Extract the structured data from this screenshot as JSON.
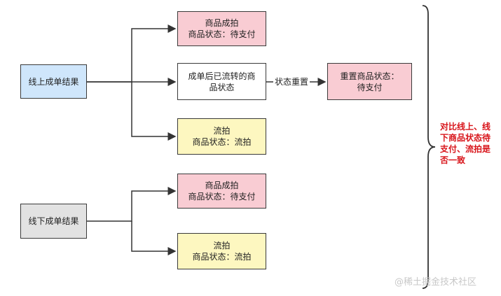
{
  "online_result": "线上成单结果",
  "offline_result": "线下成单结果",
  "online_branches": {
    "top": {
      "line1": "商品成拍",
      "line2": "商品状态：待支付"
    },
    "middle": {
      "line1": "成单后已流转的商",
      "line2": "品状态"
    },
    "bottom": {
      "line1": "流拍",
      "line2": "商品状态：流拍"
    }
  },
  "reset_edge_label": "状态重置",
  "reset_target": {
    "line1": "重置商品状态：",
    "line2": "待支付"
  },
  "offline_branches": {
    "top": {
      "line1": "商品成拍",
      "line2": "商品状态：待支付"
    },
    "bottom": {
      "line1": "流拍",
      "line2": "商品状态：流拍"
    }
  },
  "compare_note": "对比线上、线下商品状态待支付、流拍是否一致",
  "watermark": "@稀土掘金技术社区",
  "colors": {
    "online_fill": "#cfe6fb",
    "offline_fill": "#e2e2e2",
    "sold_fill": "#f9ccd3",
    "unsold_fill": "#fdf7c0",
    "note_text": "#d8141a"
  }
}
